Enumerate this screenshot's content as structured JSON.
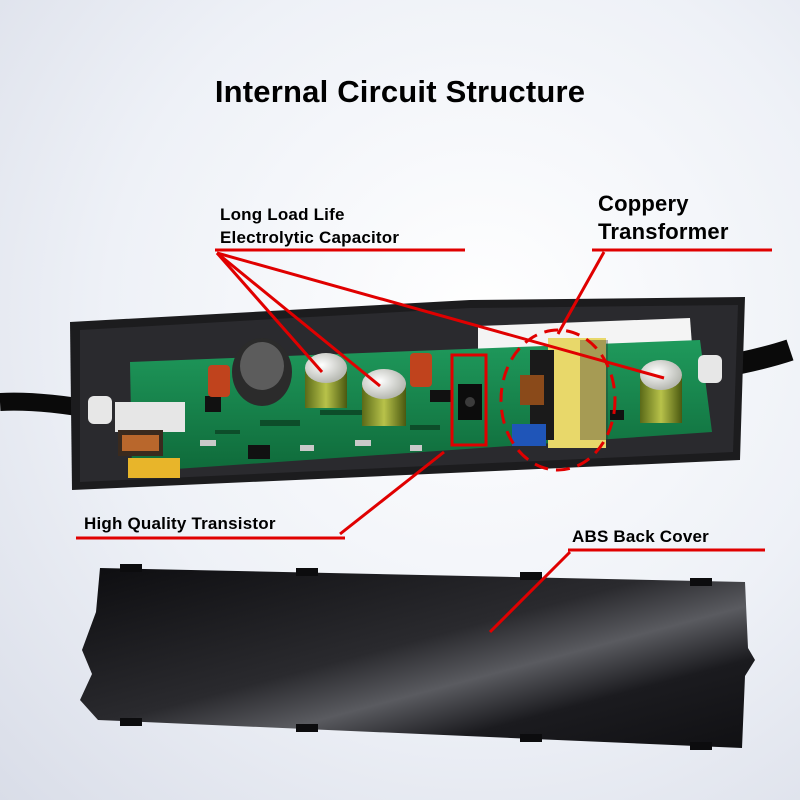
{
  "title": "Internal Circuit Structure",
  "callouts": {
    "capacitor": {
      "line1": "Long Load Life",
      "line2": "Electrolytic Capacitor"
    },
    "transformer": {
      "line1": "Coppery",
      "line2": "Transformer"
    },
    "transistor": {
      "text": "High Quality Transistor"
    },
    "back_cover": {
      "text": "ABS Back Cover"
    }
  },
  "colors": {
    "callout_line": "#e00000",
    "pcb": "#17804a",
    "housing": "#1c1c1e",
    "cover": "#141416"
  }
}
